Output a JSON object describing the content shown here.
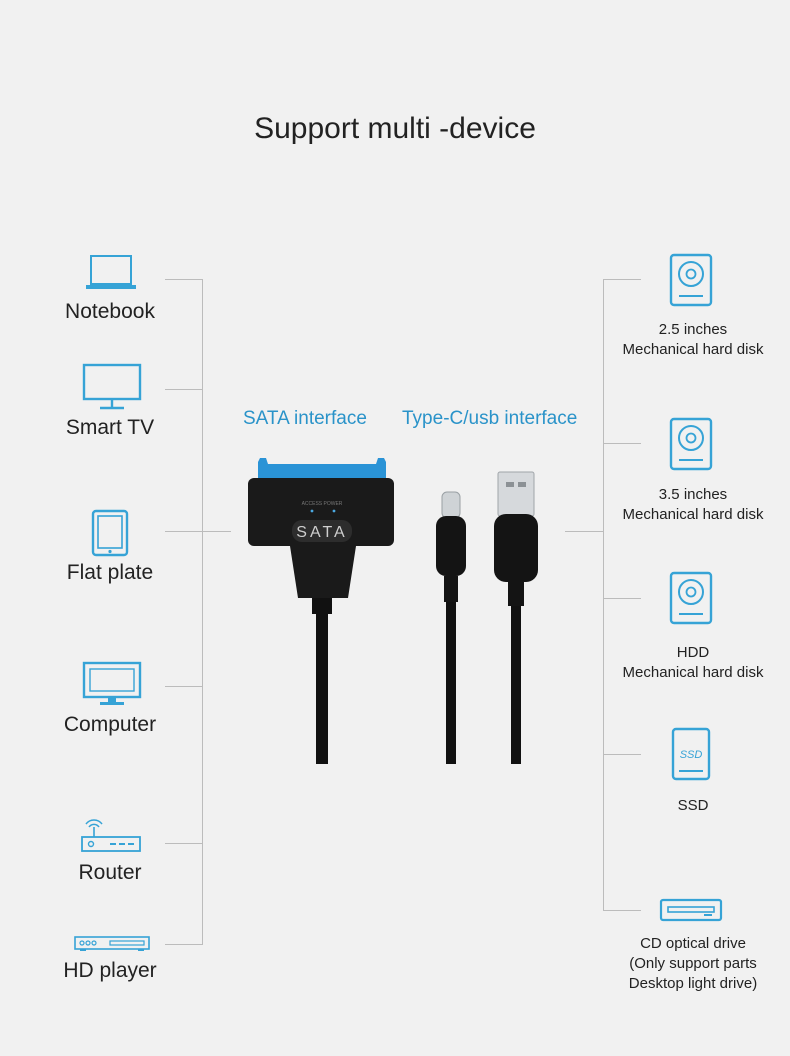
{
  "title": "Support multi -device",
  "interfaces": {
    "sata": "SATA interface",
    "typec_usb": "Type-C/usb interface"
  },
  "left_devices": [
    {
      "label": "Notebook",
      "icon": "laptop-icon"
    },
    {
      "label": "Smart TV",
      "icon": "tv-icon"
    },
    {
      "label": "Flat plate",
      "icon": "tablet-icon"
    },
    {
      "label": "Computer",
      "icon": "monitor-icon"
    },
    {
      "label": "Router",
      "icon": "router-icon"
    },
    {
      "label": "HD player",
      "icon": "player-icon"
    }
  ],
  "right_devices": [
    {
      "line1": "2.5 inches",
      "line2": "Mechanical hard disk",
      "icon": "hard-disk-icon"
    },
    {
      "line1": "3.5 inches",
      "line2": "Mechanical hard disk",
      "icon": "hard-disk-icon"
    },
    {
      "line1": "HDD",
      "line2": "Mechanical hard disk",
      "icon": "hard-disk-icon"
    },
    {
      "line1": "SSD",
      "icon": "ssd-icon"
    },
    {
      "line1": "CD optical drive",
      "line2": "(Only support parts",
      "line3": "Desktop light drive)",
      "icon": "optical-drive-icon"
    }
  ],
  "adapter": {
    "label": "SATA",
    "leds": "ACCESS POWER"
  },
  "ssd_icon_text": "SSD",
  "colors": {
    "accent": "#2a93c9",
    "icon": "#36a3d6",
    "background": "#f1f1f1",
    "cable": "#111111"
  }
}
